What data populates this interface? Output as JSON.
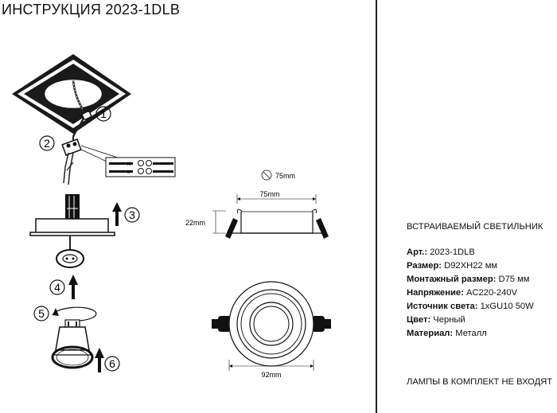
{
  "title": "ИНСТРУКЦИЯ 2023-1DLB",
  "steps": [
    "1",
    "2",
    "3",
    "4",
    "5",
    "6"
  ],
  "terminal_labels": [
    "N",
    "L"
  ],
  "dimensions": {
    "mount_hole": "75mm",
    "cutout_width": "75mm",
    "height": "22mm",
    "outer_diameter": "92mm"
  },
  "specs": {
    "heading": "ВСТРАИВАЕМЫЙ СВЕТИЛЬНИК",
    "rows": [
      {
        "label": "Арт.:",
        "value": "2023-1DLB"
      },
      {
        "label": "Размер:",
        "value": "D92XH22 мм"
      },
      {
        "label": "Монтажный размер:",
        "value": "D75 мм"
      },
      {
        "label": "Напряжение:",
        "value": "AC220-240V"
      },
      {
        "label": "Источник света:",
        "value": "1xGU10 50W"
      },
      {
        "label": "Цвет:",
        "value": "Черный"
      },
      {
        "label": "Материал:",
        "value": "Металл"
      }
    ]
  },
  "footer": "ЛАМПЫ В КОМПЛЕКТ НЕ ВХОДЯТ"
}
